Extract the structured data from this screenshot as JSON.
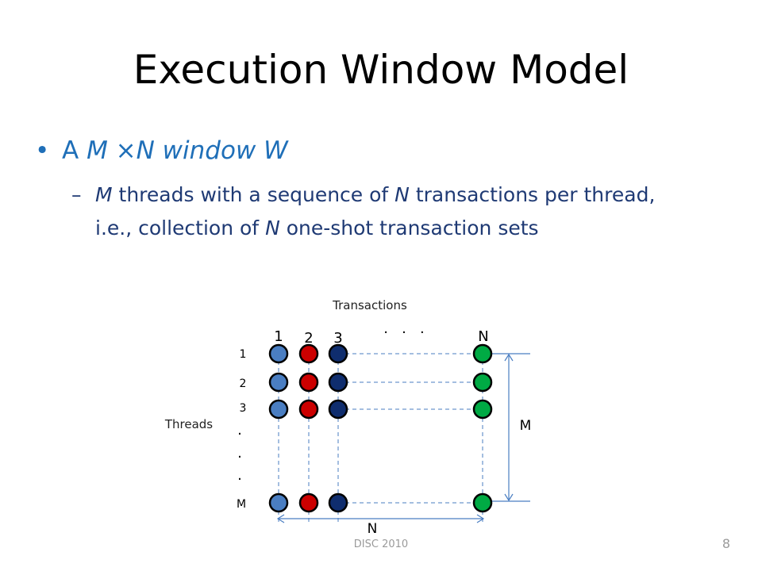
{
  "slide": {
    "title": "Execution Window Model",
    "bullet": {
      "parts": [
        {
          "text": "A ",
          "style": "normal"
        },
        {
          "text": "M ×N window W",
          "style": "italic"
        }
      ]
    },
    "subbullet": {
      "dash": "–",
      "lines": [
        [
          {
            "text": "M",
            "style": "italic"
          },
          {
            "text": " threads with a sequence of ",
            "style": "normal"
          },
          {
            "text": "N",
            "style": "italic"
          },
          {
            "text": " transactions per thread,",
            "style": "normal"
          }
        ],
        [
          {
            "text": "i.e., collection of ",
            "style": "normal"
          },
          {
            "text": "N",
            "style": "italic"
          },
          {
            "text": " one-shot transaction sets",
            "style": "normal"
          }
        ]
      ]
    },
    "footer": "DISC 2010",
    "page_number": "8"
  },
  "diagram": {
    "transactions_label": "Transactions",
    "threads_label": "Threads",
    "column_labels": [
      "1",
      "2",
      "3",
      "N"
    ],
    "column_ellipsis": "·   ·   ·",
    "row_labels": [
      "1",
      "2",
      "3",
      "M"
    ],
    "row_ellipsis": "·",
    "dimension_m": "M",
    "dimension_n": "N",
    "colors": {
      "col1": "#4a7ec2",
      "col2": "#cc0000",
      "col3": "#0f2d6e",
      "colN": "#00aa44",
      "outline": "#000000",
      "dashed": "#4a7ec2",
      "dimension": "#4a7ec2"
    }
  }
}
